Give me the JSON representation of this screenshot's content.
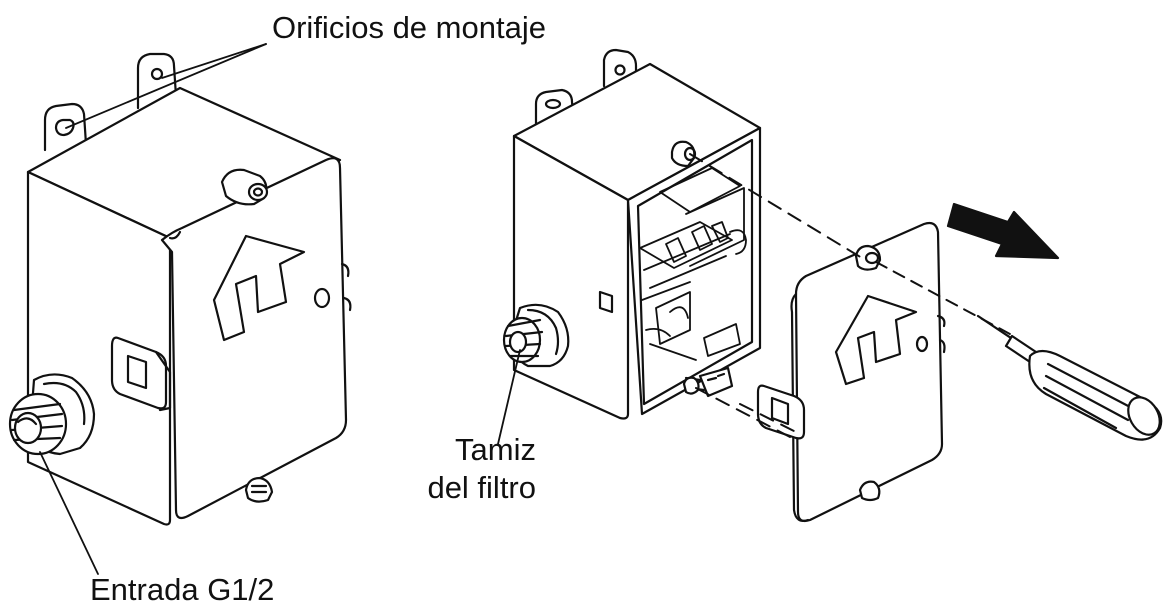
{
  "labels": {
    "mounting_holes": "Orificios de montaje",
    "filter_screen_line1": "Tamiz",
    "filter_screen_line2": "del filtro",
    "inlet": "Entrada G1/2"
  },
  "colors": {
    "stroke": "#111111",
    "background": "#ffffff",
    "arrow_fill": "#111111"
  },
  "icons": {
    "removal_direction": "arrow-right-down-icon",
    "tool": "screwdriver-icon"
  }
}
